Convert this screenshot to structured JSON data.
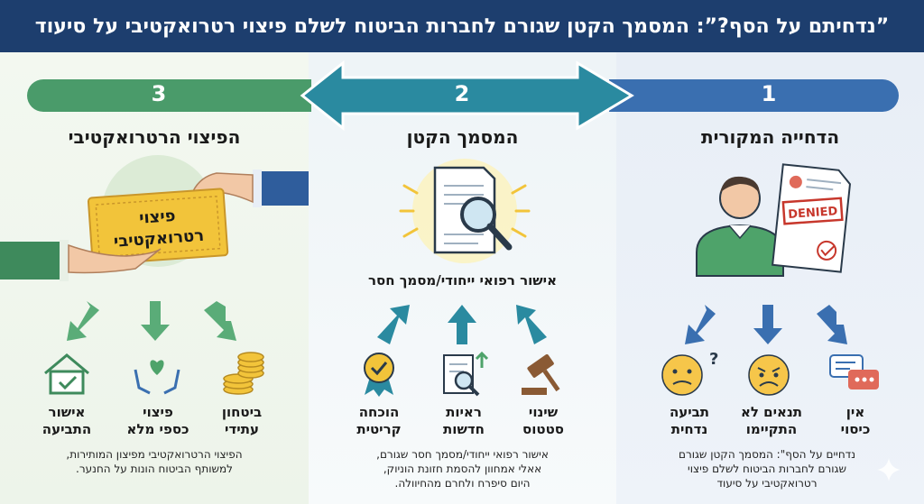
{
  "title": "”נדחיתם על הסף?”: המסמך הקטן שגורם לחברות הביטוח לשלם פיצוי רטרואקטיבי על סיעוד",
  "steps": [
    {
      "number": "3",
      "heading": "הפיצוי הרטרואקטיבי"
    },
    {
      "number": "2",
      "heading": "המסמך הקטן"
    },
    {
      "number": "1",
      "heading": "הדחייה המקורית"
    }
  ],
  "ticket_lines": [
    "פיצוי",
    "רטרואקטיבי"
  ],
  "stamp": "DENIED",
  "document_subtitle": "אישור רפואי ייחודי/מסמך חסר",
  "panel3_items": [
    {
      "label": "אישור\nהתביעה",
      "icon": "house-check-icon"
    },
    {
      "label": "פיצוי\nכספי מלא",
      "icon": "hands-heart-icon"
    },
    {
      "label": "ביטחון\nעתידי",
      "icon": "coins-stack-icon"
    }
  ],
  "panel2_items": [
    {
      "label": "הוכחה\nקריטית",
      "icon": "award-ribbon-icon"
    },
    {
      "label": "ראיות\nחדשות",
      "icon": "document-search-icon"
    },
    {
      "label": "שינוי\nסטטוס",
      "icon": "gavel-icon"
    }
  ],
  "panel1_items": [
    {
      "label": "תביעה\nנדחית",
      "icon": "confused-face-icon"
    },
    {
      "label": "תנאים לא\nהתקיימו",
      "icon": "frowning-face-icon"
    },
    {
      "label": "אין\nכיסוי",
      "icon": "chat-bubbles-icon"
    }
  ],
  "captions": {
    "panel3": "הפיצוי הרטרואקטיבי מפיצון המותירות,\nלמשותף הביטוח הונות על החנער.",
    "panel2": "אישור רפואי ייחודי/מסמך חסר שגורם,\nאאלי אמחוון להסמת חזונת הוניוק,\nהיום סיפרח ולחרם מהחיוולה.",
    "panel1": "נדחיים על הסף\": המסמך הקטן שגורם\nשגורם לחברות הביטוח לשלם פיצוי\nרטרואקטיבי על סיעוד"
  },
  "colors": {
    "title_bg": "#1d3e6e",
    "green": "#4a9b6a",
    "teal": "#2a8aa0",
    "blue": "#3a6fb0",
    "gold": "#f2c43a"
  }
}
